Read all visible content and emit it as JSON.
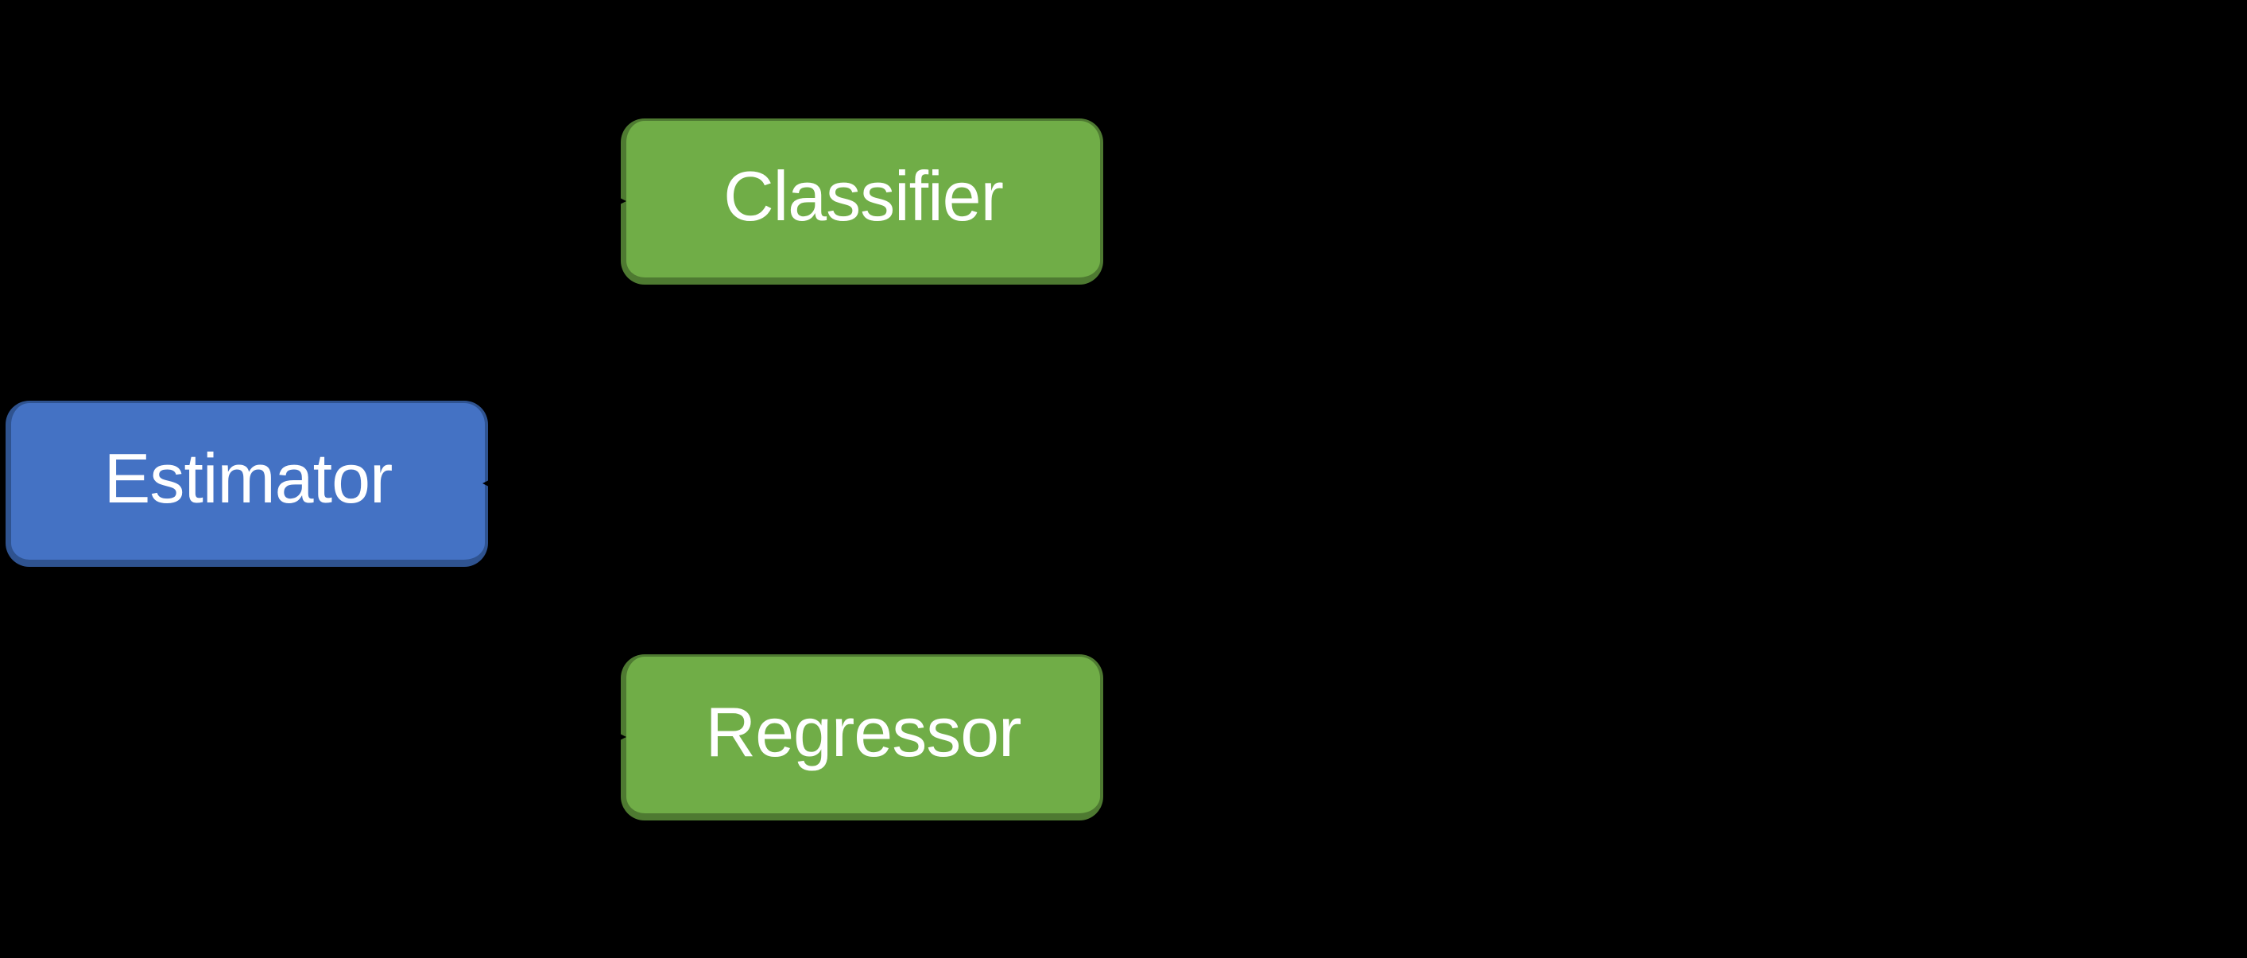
{
  "canvas": {
    "background_color": "#000000"
  },
  "diagram": {
    "nodes": [
      {
        "id": "estimator",
        "label": "Estimator",
        "fill_color": "#4472C4",
        "border_color": "#2F5390",
        "text_color": "#FFFFFF"
      },
      {
        "id": "classifier",
        "label": "Classifier",
        "fill_color": "#70AD47",
        "border_color": "#4E7A31",
        "text_color": "#FFFFFF"
      },
      {
        "id": "regressor",
        "label": "Regressor",
        "fill_color": "#70AD47",
        "border_color": "#4E7A31",
        "text_color": "#FFFFFF"
      }
    ],
    "connectors": [
      {
        "from": "classifier",
        "to": "estimator",
        "line_color": "#000000",
        "arrowhead_color": "#000000"
      },
      {
        "from": "regressor",
        "to": "estimator",
        "line_color": "#000000",
        "arrowhead_color": "#000000"
      }
    ]
  }
}
